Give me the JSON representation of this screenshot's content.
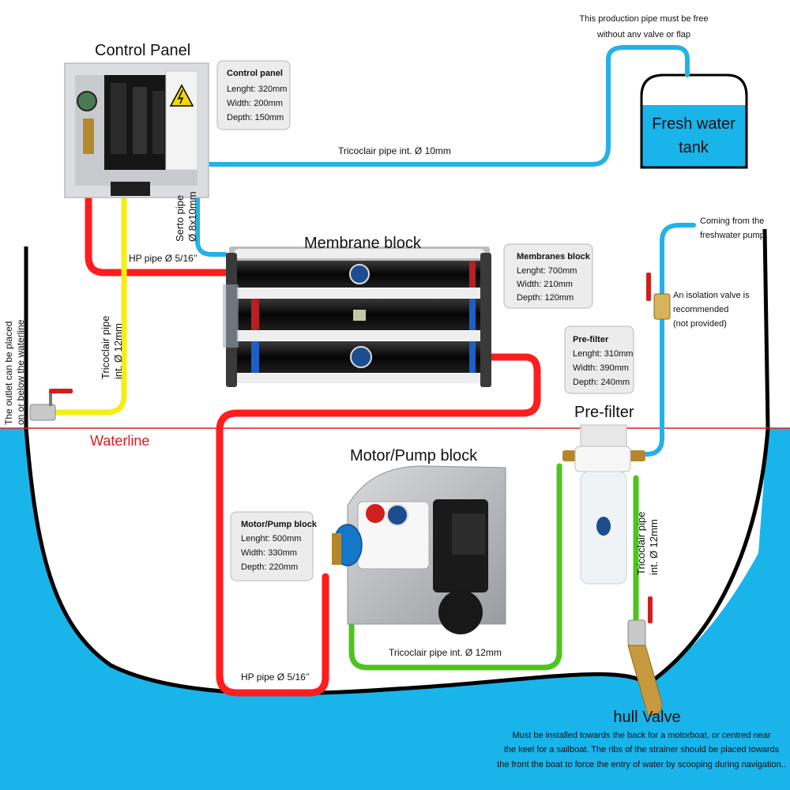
{
  "labels": {
    "control_panel_title": "Control Panel",
    "membrane_block_title": "Membrane block",
    "motor_pump_title": "Motor/Pump block",
    "prefilter_title": "Pre-filter",
    "fresh_water_tank_line1": "Fresh water",
    "fresh_water_tank_line2": "tank",
    "waterline": "Waterline",
    "hull_valve_title": "hull Valve"
  },
  "pipes": {
    "tricoclair_10mm": "Tricoclair pipe int. Ø 10mm",
    "serto_pipe_line1": "Serto pipe",
    "serto_pipe_line2": "Ø 8x10mm",
    "hp_pipe_upper": "HP pipe Ø 5/16’’",
    "hp_pipe_lower": "HP pipe Ø 5/16’’",
    "tricoclair_12mm_left_line1": "Tricoclair pipe",
    "tricoclair_12mm_left_line2": "int. Ø 12mm",
    "tricoclair_12mm_right_line1": "Tricoclair pipe",
    "tricoclair_12mm_right_line2": "int. Ø 12mm",
    "tricoclair_12mm_bottom": "Tricoclair pipe int. Ø 12mm"
  },
  "notes": {
    "production_pipe_line1": "This production pipe must be free",
    "production_pipe_line2": "without anv valve or flap",
    "coming_from_line1": "Coming from the",
    "coming_from_line2": "freshwater pump",
    "isolation_line1": "An isolation valve is",
    "isolation_line2": "recommended",
    "isolation_line3": "(not provided)",
    "outlet_line1": "The outlet can be placed",
    "outlet_line2": "on or below the waterline",
    "hull_valve_line1": "Must be installed towards the back for a motorboat, or centred near",
    "hull_valve_line2": "the keel for a sailboat. The ribs of the strainer should be placed towards",
    "hull_valve_line3": "the front the boat to force the entry of water by scooping during navigation.."
  },
  "specs": {
    "control_panel": {
      "title": "Control panel",
      "length": "Lenght: 320mm",
      "width": "Width: 200mm",
      "depth": "Depth: 150mm"
    },
    "membranes": {
      "title": "Membranes block",
      "length": "Lenght: 700mm",
      "width": "Width: 210mm",
      "depth": "Depth: 120mm"
    },
    "prefilter": {
      "title": "Pre-filter",
      "length": "Lenght: 310mm",
      "width": "Width: 390mm",
      "depth": "Depth: 240mm"
    },
    "motor_pump": {
      "title": "Motor/Pump block",
      "length": "Lenght: 500mm",
      "width": "Width: 330mm",
      "depth": "Depth: 220mm"
    }
  },
  "colors": {
    "sea": "#19b4ea",
    "blue_pipe": "#24b2e6",
    "red_pipe": "#ff1d1d",
    "yellow_pipe": "#f5ee15",
    "green_pipe": "#4ec41f",
    "waterline": "#e31b1b",
    "hull": "#000000"
  }
}
